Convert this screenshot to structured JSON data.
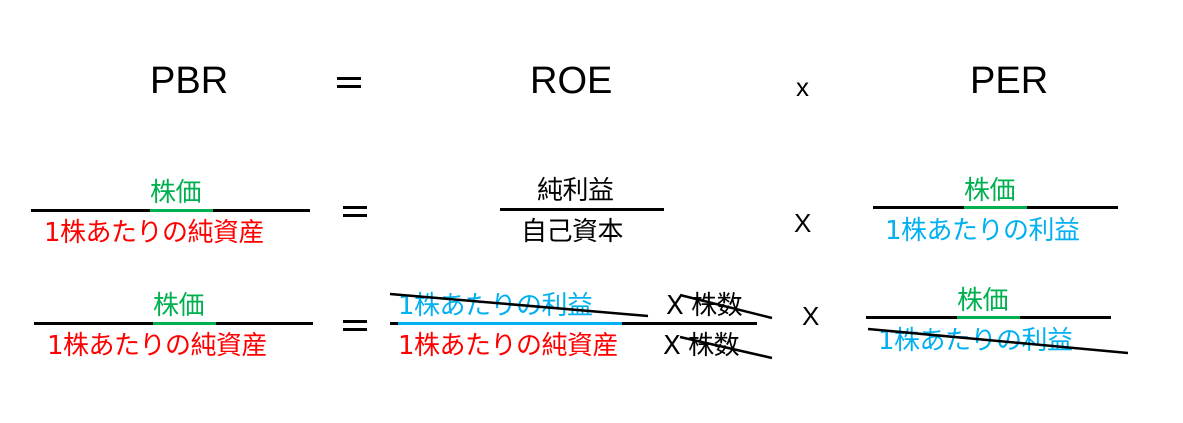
{
  "colors": {
    "price": "#00B050",
    "bps": "#FF0000",
    "eps": "#00B0F0",
    "default": "#000000"
  },
  "row1": {
    "lhs": "PBR",
    "eq": "=",
    "term1": "ROE",
    "times": "x",
    "term2": "PER"
  },
  "row2": {
    "lhs": {
      "numerator": "株価",
      "denominator": "1株あたりの純資産"
    },
    "eq": "=",
    "roe": {
      "numerator": "純利益",
      "denominator": "自己資本"
    },
    "times": "X",
    "per": {
      "numerator": "株価",
      "denominator": "1株あたりの利益"
    }
  },
  "row3": {
    "lhs": {
      "numerator": "株価",
      "denominator": "1株あたりの純資産"
    },
    "eq": "=",
    "roe": {
      "numerator": "1株あたりの利益",
      "numerator_mult": "X 株数",
      "denominator": "1株あたりの純資産",
      "denominator_mult": "X 株数"
    },
    "times": "X",
    "per": {
      "numerator": "株価",
      "denominator": "1株あたりの利益"
    }
  }
}
